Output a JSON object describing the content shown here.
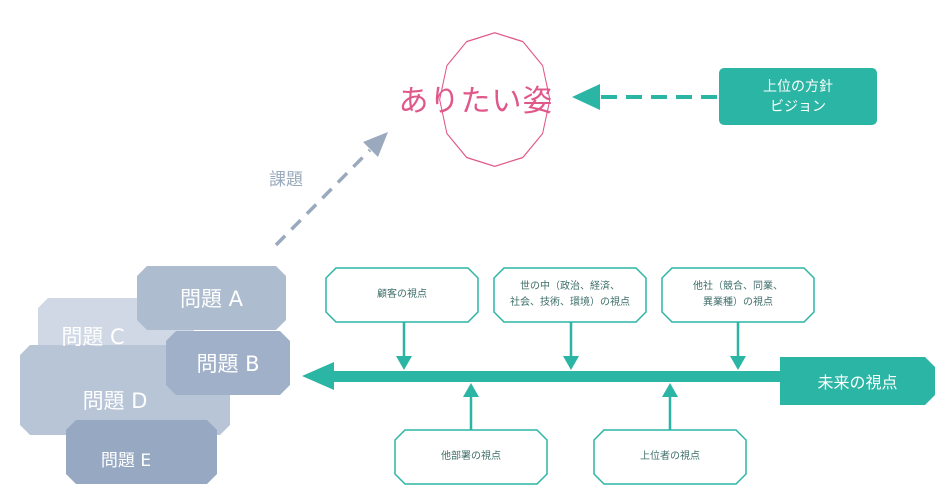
{
  "goal": {
    "label": "ありたい姿"
  },
  "issue_label": "課題",
  "policy": {
    "line1": "上位の方針",
    "line2": "ビジョン"
  },
  "future": {
    "label": "未来の視点"
  },
  "viewpoints_top": [
    {
      "line1": "顧客の視点",
      "line2": ""
    },
    {
      "line1": "世の中（政治、経済、",
      "line2": "社会、技術、環境）の視点"
    },
    {
      "line1": "他社（競合、同業、",
      "line2": "異業種）の視点"
    }
  ],
  "viewpoints_bottom": [
    {
      "line1": "他部署の視点"
    },
    {
      "line1": "上位者の視点"
    }
  ],
  "problems": {
    "a": "問題 A",
    "b": "問題 B",
    "c": "問題 C",
    "d": "問題 D",
    "e": "問題 E"
  },
  "colors": {
    "teal": "#2bb5a4",
    "goal_border": "#e0578a",
    "goal_text": "#e0578a",
    "problem_a": "#aebccf",
    "problem_b": "#9fb0c8",
    "problem_c": "#cfd8e4",
    "problem_d": "#b8c5d7",
    "problem_e": "#97a8c2",
    "issue_arrow": "#9aa9bd"
  }
}
